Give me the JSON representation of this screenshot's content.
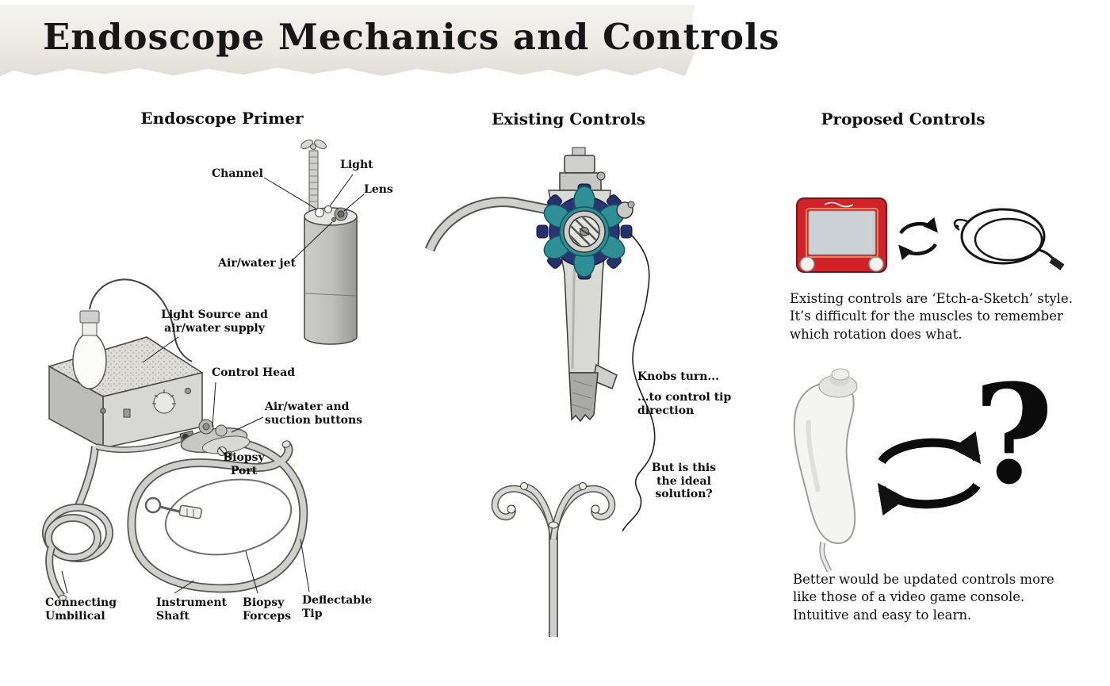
{
  "title": "Endoscope Mechanics and Controls",
  "primer": {
    "heading": "Endoscope Primer",
    "labels": {
      "channel": "Channel",
      "light": "Light",
      "lens": "Lens",
      "air_water_jet": "Air/water jet",
      "light_source": "Light Source and\nair/water supply",
      "control_head": "Control Head",
      "air_water_suction": "Air/water and\nsuction buttons",
      "biopsy_port": "Biopsy\nPort",
      "connecting_umbilical": "Connecting\nUmbilical",
      "instrument_shaft": "Instrument\nShaft",
      "biopsy_forceps": "Biopsy\nForceps",
      "deflectable_tip": "Deflectable\nTip"
    }
  },
  "existing": {
    "heading": "Existing Controls",
    "labels": {
      "knobs_turn": "Knobs turn...",
      "tip_direction": "...to control tip\ndirection",
      "ideal_question": "But is this\nthe ideal\nsolution?"
    }
  },
  "proposed": {
    "heading": "Proposed Controls",
    "caption_existing": "Existing controls are ‘Etch-a-Sketch’ style. It’s difficult for the muscles to remember which rotation does what.",
    "question_mark": "?",
    "caption_better": "Better would be updated controls more like those of a video game console. Intuitive and easy to learn."
  },
  "colors": {
    "etch_a_sketch_red": "#cf2329",
    "knob_teal": "#2e8f96",
    "knob_navy": "#26306b",
    "ink": "#111111"
  }
}
